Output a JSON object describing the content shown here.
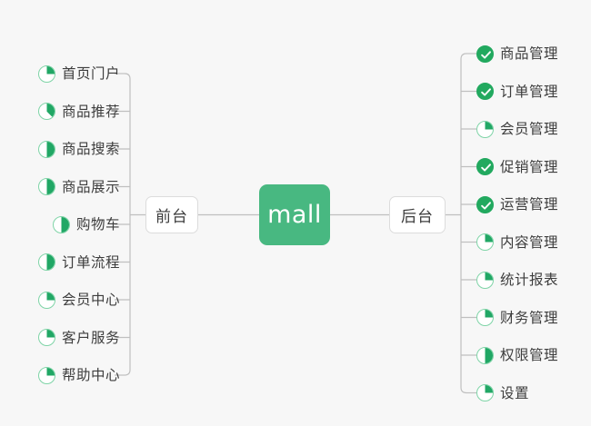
{
  "diagram": {
    "type": "mindmap",
    "background_color": "#f7f7f7",
    "accent_color": "#48b881",
    "done_color": "#22a95f",
    "ring_color": "#7fd4a7",
    "text_color": "#3d3d3d",
    "root": {
      "label": "mall"
    },
    "branches": [
      {
        "id": "frontend",
        "label": "前台",
        "side": "left",
        "items": [
          {
            "label": "首页门户",
            "status": "in-progress",
            "progress": 25,
            "icon": "pie-progress-icon"
          },
          {
            "label": "商品推荐",
            "status": "in-progress",
            "progress": 38,
            "icon": "pie-progress-icon"
          },
          {
            "label": "商品搜索",
            "status": "in-progress",
            "progress": 50,
            "icon": "pie-progress-icon"
          },
          {
            "label": "商品展示",
            "status": "in-progress",
            "progress": 50,
            "icon": "pie-progress-icon"
          },
          {
            "label": "购物车",
            "status": "in-progress",
            "progress": 50,
            "icon": "pie-progress-icon"
          },
          {
            "label": "订单流程",
            "status": "in-progress",
            "progress": 50,
            "icon": "pie-progress-icon"
          },
          {
            "label": "会员中心",
            "status": "in-progress",
            "progress": 25,
            "icon": "pie-progress-icon"
          },
          {
            "label": "客户服务",
            "status": "in-progress",
            "progress": 25,
            "icon": "pie-progress-icon"
          },
          {
            "label": "帮助中心",
            "status": "in-progress",
            "progress": 25,
            "icon": "pie-progress-icon"
          }
        ]
      },
      {
        "id": "backend",
        "label": "后台",
        "side": "right",
        "items": [
          {
            "label": "商品管理",
            "status": "done",
            "progress": 100,
            "icon": "check-circle-icon"
          },
          {
            "label": "订单管理",
            "status": "done",
            "progress": 100,
            "icon": "check-circle-icon"
          },
          {
            "label": "会员管理",
            "status": "in-progress",
            "progress": 25,
            "icon": "pie-progress-icon"
          },
          {
            "label": "促销管理",
            "status": "done",
            "progress": 100,
            "icon": "check-circle-icon"
          },
          {
            "label": "运营管理",
            "status": "done",
            "progress": 100,
            "icon": "check-circle-icon"
          },
          {
            "label": "内容管理",
            "status": "in-progress",
            "progress": 25,
            "icon": "pie-progress-icon"
          },
          {
            "label": "统计报表",
            "status": "in-progress",
            "progress": 25,
            "icon": "pie-progress-icon"
          },
          {
            "label": "财务管理",
            "status": "in-progress",
            "progress": 25,
            "icon": "pie-progress-icon"
          },
          {
            "label": "权限管理",
            "status": "in-progress",
            "progress": 50,
            "icon": "pie-progress-icon"
          },
          {
            "label": "设置",
            "status": "in-progress",
            "progress": 25,
            "icon": "pie-progress-icon"
          }
        ]
      }
    ]
  }
}
